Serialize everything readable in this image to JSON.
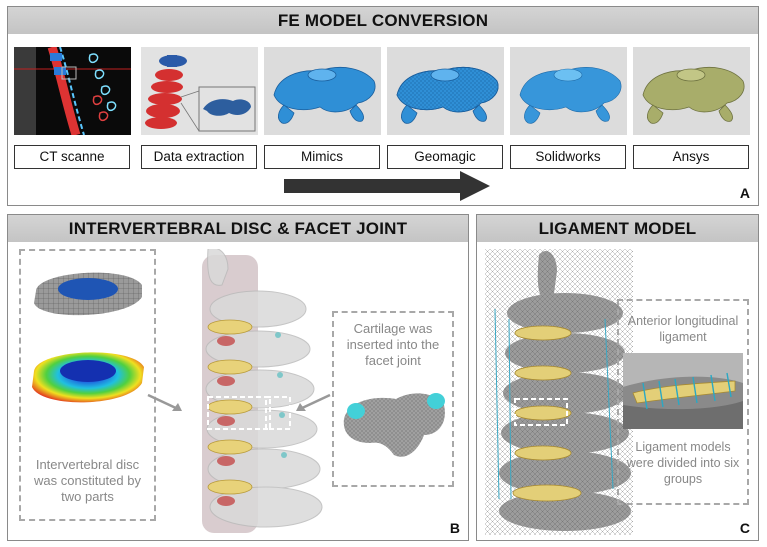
{
  "panel_a": {
    "title": "FE MODEL CONVERSION",
    "letter": "A",
    "steps": [
      {
        "label": "CT scanne",
        "icon": "ct-scan-image"
      },
      {
        "label": "Data extraction",
        "icon": "extracted-vertebrae-image"
      },
      {
        "label": "Mimics",
        "icon": "vertebra-mimics-image"
      },
      {
        "label": "Geomagic",
        "icon": "vertebra-geomagic-image"
      },
      {
        "label": "Solidworks",
        "icon": "vertebra-solidworks-image"
      },
      {
        "label": "Ansys",
        "icon": "vertebra-ansys-image"
      }
    ]
  },
  "panel_b": {
    "title": "INTERVERTEBRAL DISC & FACET JOINT",
    "letter": "B",
    "disc_caption": "Intervertebral disc was constituted by two parts",
    "cartilage_caption": "Cartilage was inserted into the facet joint"
  },
  "panel_c": {
    "title": "LIGAMENT MODEL",
    "letter": "C",
    "ligament_top_caption": "Anterior longitudinal ligament",
    "ligament_bottom_caption": "Ligament models were divided into six groups"
  },
  "colors": {
    "panel_border": "#8a8a8a",
    "header_bg": "#c8c8c8",
    "vertebra_blue": "#2f8fd6",
    "vertebra_ansys": "#a8ad6a",
    "arrow": "#333333",
    "dashed_box": "#a8a8a8",
    "caption_gray": "#888888"
  }
}
